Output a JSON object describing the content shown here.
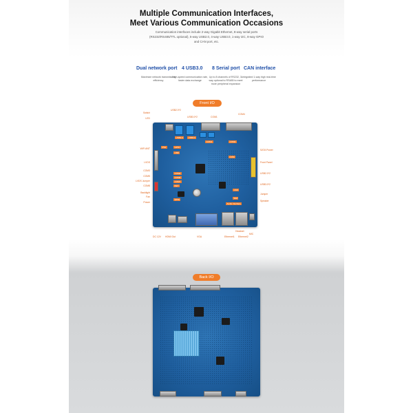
{
  "header": {
    "title_line1": "Multiple Communication Interfaces,",
    "title_line2": "Meet Various Communication Occasions",
    "description": "Communication interfaces include 2-way Gigabit Ethernet, 8-way serial ports (RS232/RS485/TTL optional), 5-way USB2.0, 4-way USB3.0, 1-way I2C, 8-way GPIO and CAN port, etc."
  },
  "features": [
    {
      "title": "Dual network port",
      "desc": "Maximize network transmission efficiency"
    },
    {
      "title": "4 USB3.0",
      "desc": "High-speed communication rate, faster data exchange"
    },
    {
      "title": "8 Serial port",
      "desc": "Up to 8 channels of RS232, 3-way optional to RS485 to meet more peripheral expansion"
    },
    {
      "title": "CAN interface",
      "desc": "Integrated 1-way high real-time performance"
    }
  ],
  "front": {
    "pill": "Front I/O",
    "labels_left": [
      "Switch",
      "LED",
      "WiFi ANT",
      "LVDS",
      "COM3",
      "COM5",
      "LVDS Jumper",
      "COM8",
      "Backlight",
      "Fan",
      "Power"
    ],
    "labels_top": [
      "USB2.0*2",
      "USB3.0*2",
      "COM1",
      "COM4"
    ],
    "labels_right": [
      "SATA Power",
      "Front Panel",
      "USB2.0*2",
      "USB3.0*2",
      "Jumper",
      "Speaker"
    ],
    "labels_bottom": [
      "DC 12V",
      "HDMI Out",
      "VGA",
      "Ethernet1",
      "Ethernet2",
      "Headset",
      "MIC"
    ],
    "tags": [
      "USB2.0",
      "USB3.0",
      "COM1",
      "COM4",
      "PS2",
      "GPIO",
      "USB",
      "COM2",
      "COM6",
      "COM7",
      "KEY",
      "SATA",
      "COM",
      "CAN",
      "Audio Interface",
      "SIM"
    ]
  },
  "back": {
    "pill": "Back I/O"
  }
}
